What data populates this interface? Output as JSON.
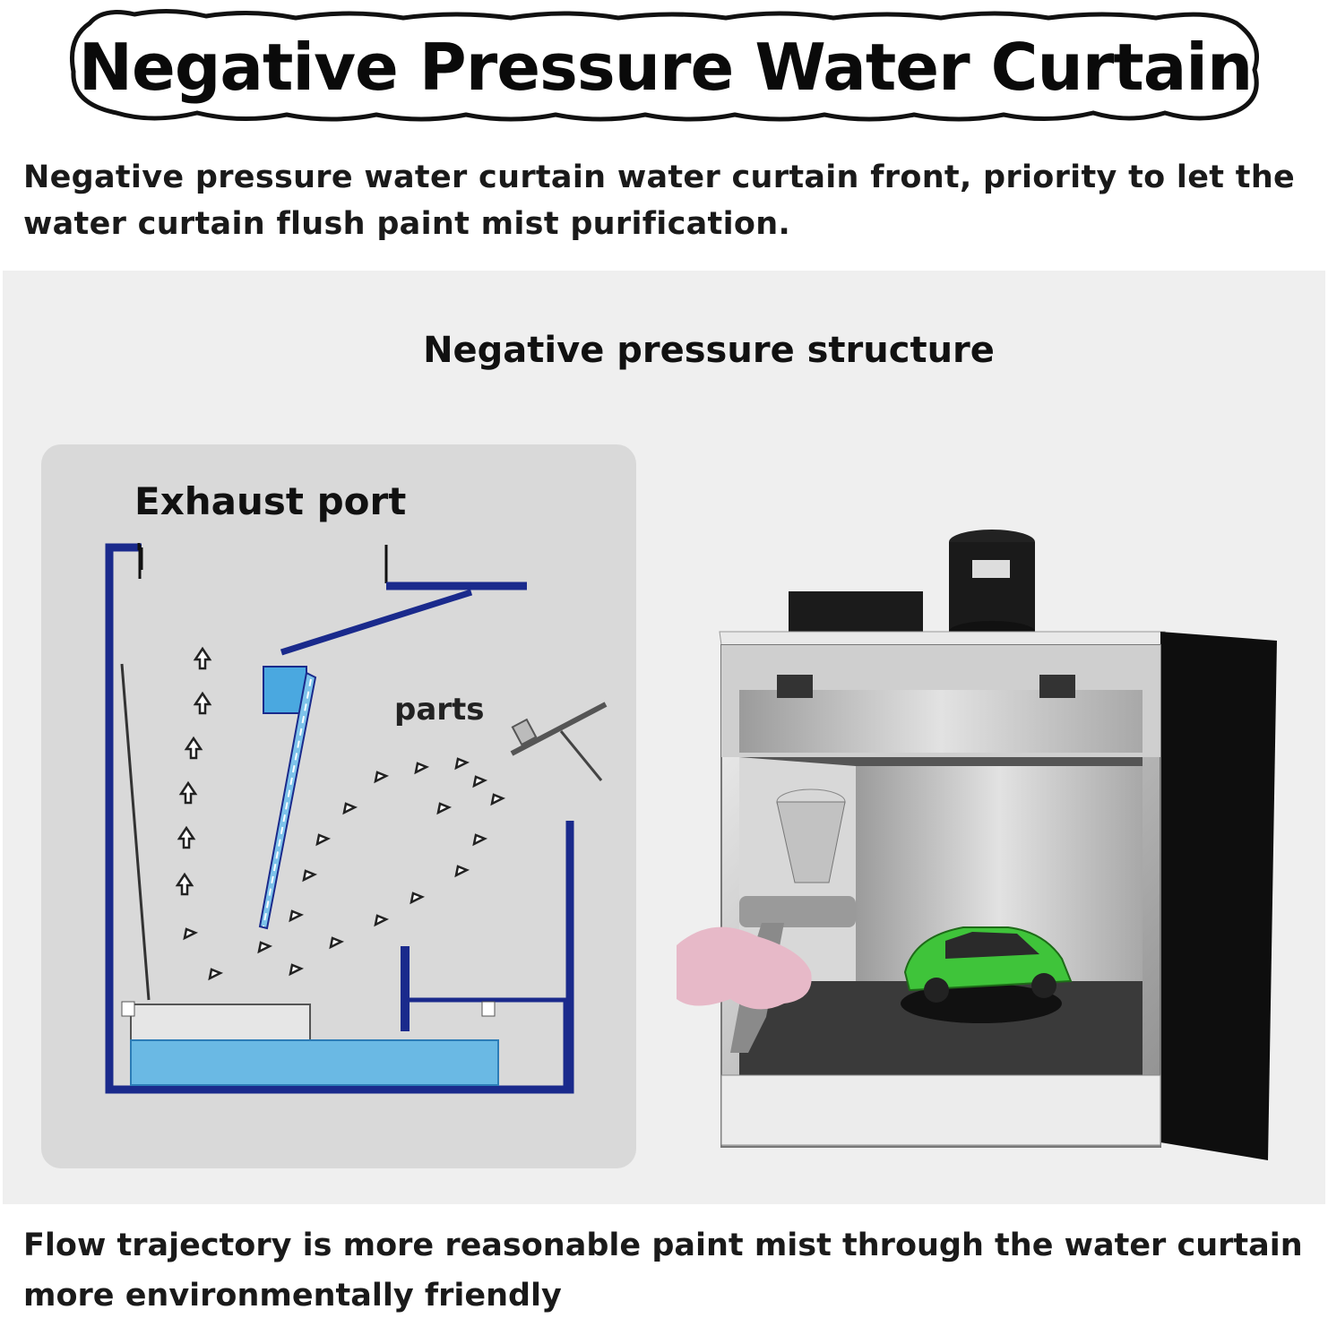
{
  "banner": {
    "title": "Negative Pressure Water Curtain"
  },
  "intro": {
    "text": "Negative pressure water curtain water curtain front, priority to let the water curtain flush paint mist purification."
  },
  "structure": {
    "title": "Negative pressure structure",
    "exhaust_label": "Exhaust port",
    "parts_label": "parts"
  },
  "footer": {
    "text": "Flow trajectory is more reasonable paint mist through the water curtain more environmentally friendly"
  },
  "colors": {
    "wall_blue": "#1a2a8c",
    "water_blue": "#5fb7e6",
    "car_green": "#3fc43a",
    "card_gray": "#d9d9d9"
  }
}
